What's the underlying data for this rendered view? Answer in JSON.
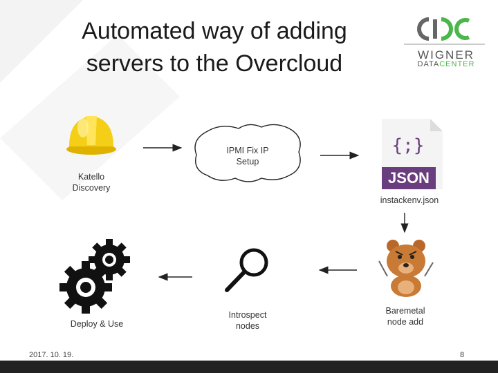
{
  "slide": {
    "title_line1": "Automated way of adding",
    "title_line2": "servers to the Overcloud",
    "date": "2017. 10. 19.",
    "page_number": "8"
  },
  "logo": {
    "name": "WIGNER",
    "sub_prefix": "DATA",
    "sub_accent": "CENTER",
    "accent_color": "#4bb74a"
  },
  "diagram": {
    "nodes": [
      {
        "id": "katello",
        "label_line1": "Katello",
        "label_line2": "Discovery",
        "icon": "hard-hat-icon"
      },
      {
        "id": "ipmi",
        "label_line1": "IPMI Fix IP",
        "label_line2": "Setup",
        "icon": "cloud-shape"
      },
      {
        "id": "json",
        "label_line1": "instackenv.json",
        "icon": "json-file-icon",
        "icon_text": "JSON",
        "icon_glyph": "{;}"
      },
      {
        "id": "baremetal",
        "label_line1": "Baremetal",
        "label_line2": "node add",
        "icon": "angry-bear-icon"
      },
      {
        "id": "introspect",
        "label_line1": "Introspect",
        "label_line2": "nodes",
        "icon": "magnifier-icon"
      },
      {
        "id": "deploy",
        "label_line1": "Deploy & Use",
        "icon": "gears-icon"
      }
    ],
    "flow": [
      "katello",
      "ipmi",
      "json",
      "baremetal",
      "introspect",
      "deploy"
    ]
  }
}
